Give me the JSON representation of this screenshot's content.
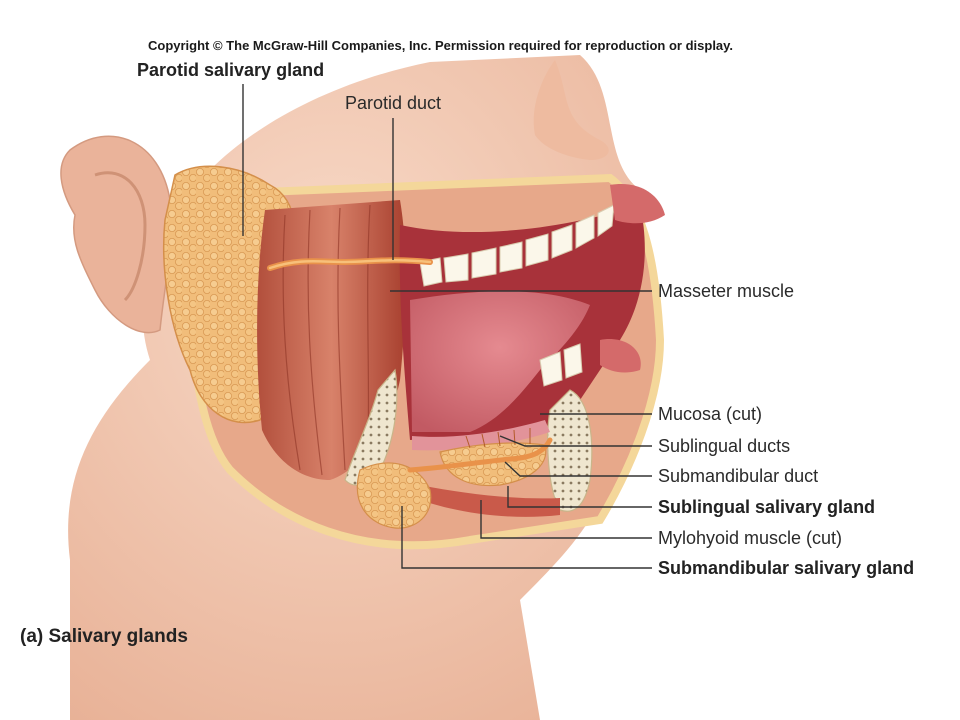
{
  "copyright": "Copyright © The McGraw-Hill Companies, Inc. Permission required for reproduction or display.",
  "caption": "(a) Salivary glands",
  "labels": {
    "parotid_gland": "Parotid salivary gland",
    "parotid_duct": "Parotid duct",
    "masseter": "Masseter muscle",
    "mucosa": "Mucosa (cut)",
    "sublingual_ducts": "Sublingual ducts",
    "submandibular_duct": "Submandibular duct",
    "sublingual_gland": "Sublingual salivary gland",
    "mylohyoid": "Mylohyoid muscle (cut)",
    "submandibular_gland": "Submandibular salivary gland"
  },
  "colors": {
    "skin": "#f3c9b2",
    "gland": "#f1bd7a",
    "muscle": "#c8614a",
    "mouth": "#a8323a",
    "tongue": "#d8707a",
    "teeth": "#fbf7ea",
    "bone": "#efe6cf",
    "leader_line": "#333333"
  }
}
